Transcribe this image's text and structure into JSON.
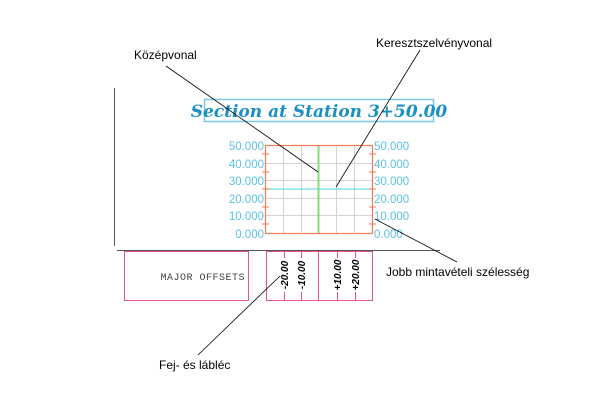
{
  "title": "Section at Station 3+50.00",
  "callouts": {
    "centerline": "Középvonal",
    "sample_line": "Keresztszelvényvonal",
    "right_swath": "Jobb mintavételi szélesség",
    "header_footer": "Fej- és lábléc"
  },
  "axis": {
    "left_labels": [
      "50.000",
      "40.000",
      "30.000",
      "20.000",
      "10.000",
      "0.000"
    ],
    "right_labels": [
      "50.000",
      "40.000",
      "30.000",
      "20.000",
      "10.000",
      "0.000"
    ]
  },
  "band": {
    "label": "MAJOR OFFSETS",
    "offsets": [
      "-20.00",
      "-10.00",
      "+10.00",
      "+20.00"
    ]
  },
  "colors": {
    "grid_frame": "#f47a55",
    "centerline": "#7de07d",
    "ground": "#6fdde0",
    "axis_text": "#5bc0e6",
    "band": "#e8557a"
  }
}
